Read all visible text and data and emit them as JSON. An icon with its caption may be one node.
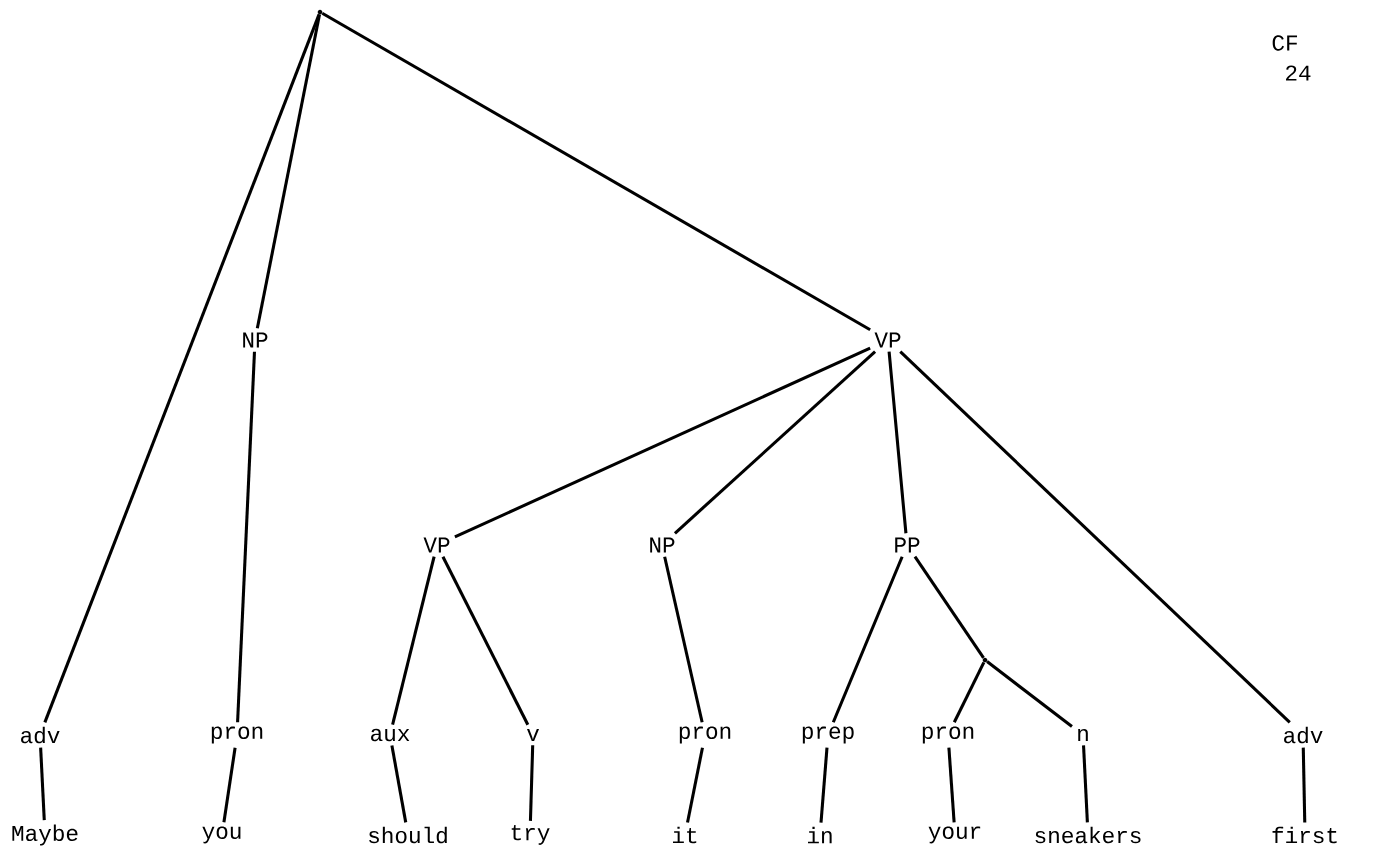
{
  "diagram": {
    "nodes": [
      {
        "text": [],
        "shape": "point"
      },
      {
        "text": [
          "NP"
        ]
      },
      {
        "text": [
          "VP"
        ]
      },
      {
        "text": [
          "VP"
        ]
      },
      {
        "text": [
          "NP"
        ]
      },
      {
        "text": [
          "PP"
        ]
      },
      {
        "text": [],
        "shape": "point"
      },
      {
        "text": [
          "adv"
        ]
      },
      {
        "text": [
          "pron"
        ]
      },
      {
        "text": [
          "aux"
        ]
      },
      {
        "text": [
          "v"
        ]
      },
      {
        "text": [
          "pron"
        ]
      },
      {
        "text": [
          "prep"
        ]
      },
      {
        "text": [
          "pron"
        ]
      },
      {
        "text": [
          "n"
        ]
      },
      {
        "text": [
          "adv"
        ]
      },
      {
        "text": [
          "Maybe"
        ]
      },
      {
        "text": [
          "you"
        ]
      },
      {
        "text": [
          "should"
        ]
      },
      {
        "text": [
          "try"
        ]
      },
      {
        "text": [
          "it"
        ]
      },
      {
        "text": [
          "in"
        ]
      },
      {
        "text": [
          "your"
        ]
      },
      {
        "text": [
          "sneakers"
        ]
      },
      {
        "text": [
          "first"
        ]
      }
    ],
    "edges": [
      {
        "from": 0,
        "to": 7,
        "arrow": "none"
      },
      {
        "from": 0,
        "to": 1,
        "arrow": "none"
      },
      {
        "from": 0,
        "to": 2,
        "arrow": "none"
      },
      {
        "from": 1,
        "to": 8,
        "arrow": "none"
      },
      {
        "from": 2,
        "to": 3,
        "arrow": "none"
      },
      {
        "from": 2,
        "to": 4,
        "arrow": "none"
      },
      {
        "from": 2,
        "to": 5,
        "arrow": "none"
      },
      {
        "from": 2,
        "to": 15,
        "arrow": "none"
      },
      {
        "from": 3,
        "to": 9,
        "arrow": "none"
      },
      {
        "from": 3,
        "to": 10,
        "arrow": "none"
      },
      {
        "from": 4,
        "to": 11,
        "arrow": "none"
      },
      {
        "from": 5,
        "to": 12,
        "arrow": "none"
      },
      {
        "from": 5,
        "to": 6,
        "arrow": "none"
      },
      {
        "from": 6,
        "to": 13,
        "arrow": "none"
      },
      {
        "from": 6,
        "to": 14,
        "arrow": "none"
      },
      {
        "from": 7,
        "to": 16,
        "arrow": "none"
      },
      {
        "from": 8,
        "to": 17,
        "arrow": "none"
      },
      {
        "from": 9,
        "to": 18,
        "arrow": "none"
      },
      {
        "from": 10,
        "to": 19,
        "arrow": "none"
      },
      {
        "from": 11,
        "to": 20,
        "arrow": "none"
      },
      {
        "from": 12,
        "to": 21,
        "arrow": "none"
      },
      {
        "from": 13,
        "to": 22,
        "arrow": "none"
      },
      {
        "from": 14,
        "to": 23,
        "arrow": "none"
      },
      {
        "from": 15,
        "to": 24,
        "arrow": "none"
      }
    ],
    "labels": [
      "CF",
      "24"
    ]
  }
}
